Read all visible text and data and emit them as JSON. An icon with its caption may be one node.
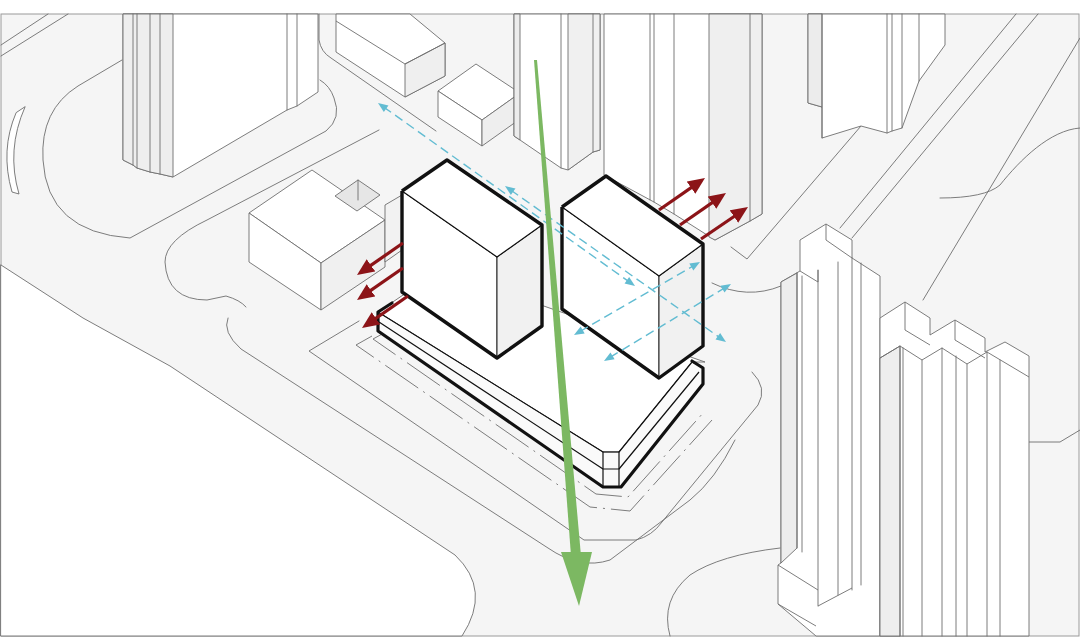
{
  "diagram": {
    "nodes": [
      {
        "text": [],
        "shape": "box"
      },
      {
        "text": [],
        "shape": "box"
      }
    ],
    "edges": [
      {
        "from": 0,
        "to": null,
        "arrow": "to"
      },
      {
        "from": 0,
        "to": null,
        "arrow": "to"
      },
      {
        "from": 0,
        "to": null,
        "arrow": "to"
      },
      {
        "from": 1,
        "to": null,
        "arrow": "to"
      },
      {
        "from": 1,
        "to": null,
        "arrow": "to"
      },
      {
        "from": 1,
        "to": null,
        "arrow": "to"
      }
    ]
  }
}
